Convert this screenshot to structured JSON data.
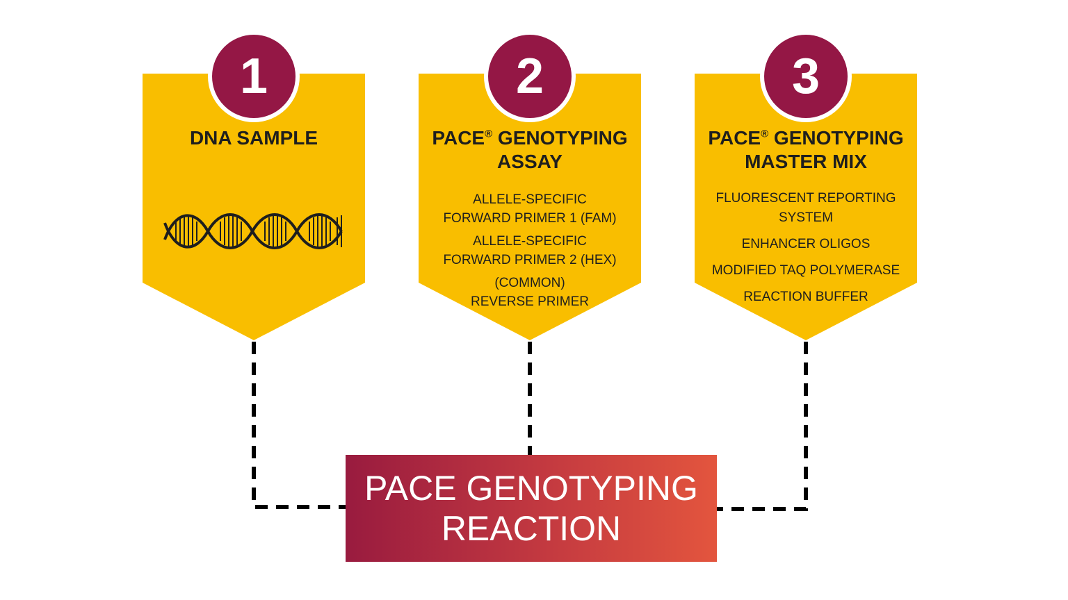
{
  "colors": {
    "card_fill": "#F9BE00",
    "badge_fill": "#941745",
    "text_dark": "#1E1E1E",
    "reaction_gradient_start": "#991B3F",
    "reaction_gradient_end": "#E3553E",
    "connector": "#000000"
  },
  "steps": [
    {
      "number": "1",
      "title_line1": "DNA SAMPLE",
      "icon": "dna-double-helix-icon"
    },
    {
      "number": "2",
      "title_line1": "PACE",
      "title_mark": "®",
      "title_line1_rest": " GENOTYPING",
      "title_line2": "ASSAY",
      "items": [
        {
          "line1": "ALLELE-SPECIFIC",
          "line2": "FORWARD PRIMER 1 (FAM)"
        },
        {
          "line1": "ALLELE-SPECIFIC",
          "line2": "FORWARD PRIMER 2 (HEX)"
        },
        {
          "line1": "(COMMON)",
          "line2": "REVERSE PRIMER"
        }
      ]
    },
    {
      "number": "3",
      "title_line1": "PACE",
      "title_mark": "®",
      "title_line1_rest": " GENOTYPING",
      "title_line2": "MASTER MIX",
      "items": [
        "FLUORESCENT REPORTING SYSTEM",
        "ENHANCER OLIGOS",
        "MODIFIED TAQ POLYMERASE",
        "REACTION BUFFER"
      ]
    }
  ],
  "result": {
    "line1": "PACE GENOTYPING",
    "line2": "REACTION"
  }
}
